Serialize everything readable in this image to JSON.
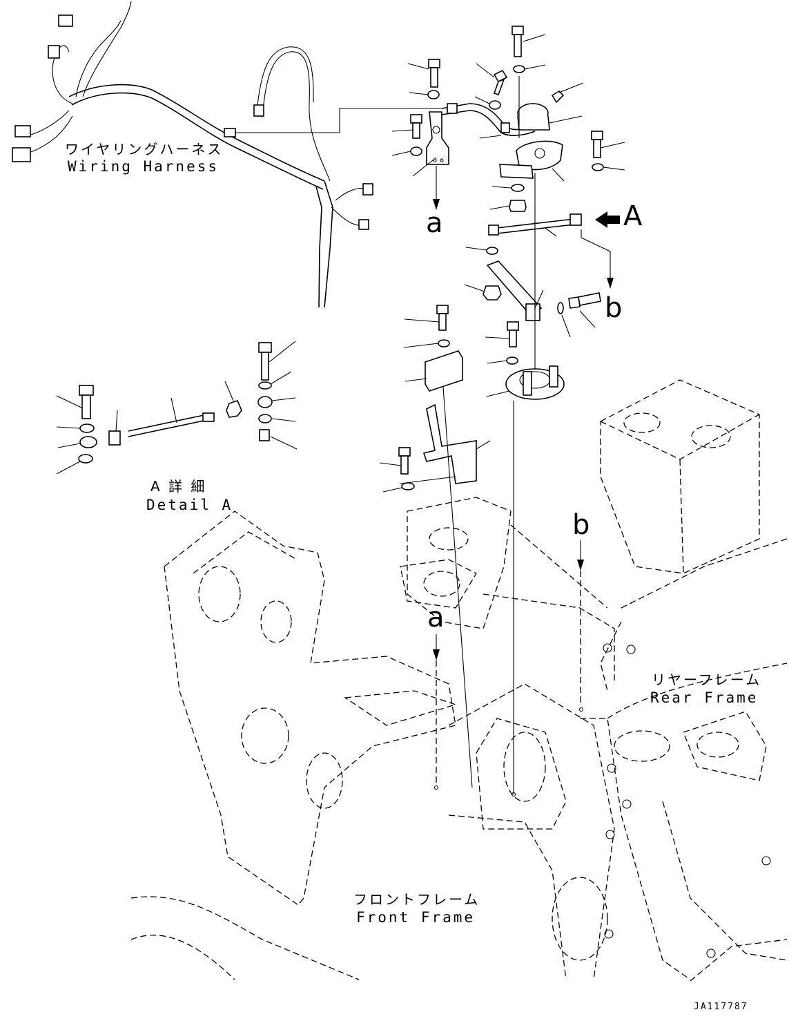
{
  "labels": {
    "wiring_harness_jp": "ワイヤリングハーネス",
    "wiring_harness_en": "Wiring Harness",
    "detail_a_jp": "A 詳 細",
    "detail_a_en": "Detail A",
    "rear_frame_jp": "リヤーフレーム",
    "rear_frame_en": "Rear Frame",
    "front_frame_jp": "フロントフレーム",
    "front_frame_en": "Front Frame",
    "view_a": "A",
    "ref_a_top": "a",
    "ref_b_top": "b",
    "ref_b_lower": "b",
    "ref_a_lower": "a",
    "drawing_code": "JA117787"
  },
  "colors": {
    "line": "#000000",
    "background": "#ffffff"
  }
}
